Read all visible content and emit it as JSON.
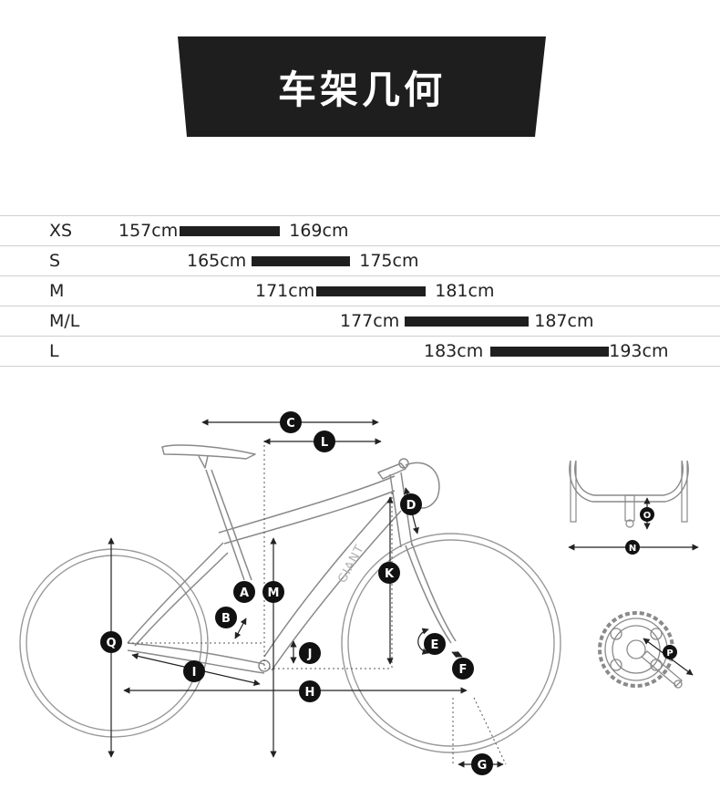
{
  "header": {
    "title": "车架几何"
  },
  "sizes": [
    {
      "size": "XS",
      "min": "157cm",
      "max": "169cm"
    },
    {
      "size": "S",
      "min": "165cm",
      "max": "175cm"
    },
    {
      "size": "M",
      "min": "171cm",
      "max": "181cm"
    },
    {
      "size": "M/L",
      "min": "177cm",
      "max": "187cm"
    },
    {
      "size": "L",
      "min": "183cm",
      "max": "193cm"
    }
  ],
  "brand_mark": "GIANT",
  "geometry_labels": [
    "A",
    "B",
    "C",
    "D",
    "E",
    "F",
    "G",
    "H",
    "I",
    "J",
    "K",
    "L",
    "M",
    "N",
    "O",
    "P",
    "Q"
  ]
}
